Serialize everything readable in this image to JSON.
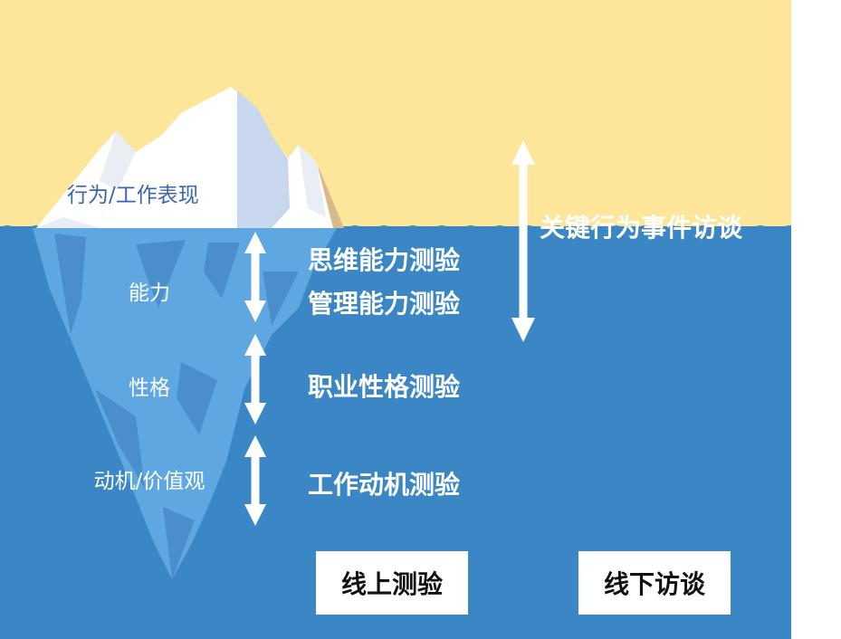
{
  "colors": {
    "sky": "#fde59a",
    "sea": "#3b86c4",
    "ice_above": "#ffffff",
    "ice_shade": "#e9eef4",
    "ice_side": "#c8d7ee",
    "sand": "#d9b98b",
    "ice_under": "#5ea7e0",
    "ice_under_shade": "#4a8fcc",
    "text_blue": "#3a66b0",
    "arrow": "#ffffff"
  },
  "labels": {
    "above_water": "行为/工作表现",
    "ability": "能力",
    "personality": "性格",
    "motivation": "动机/价值观"
  },
  "tests": {
    "thinking": "思维能力测验",
    "management": "管理能力测验",
    "personality": "职业性格测验",
    "motivation": "工作动机测验"
  },
  "interview": {
    "label": "关键行为事件访谈"
  },
  "buttons": {
    "online": "线上测验",
    "offline": "线下访谈"
  }
}
